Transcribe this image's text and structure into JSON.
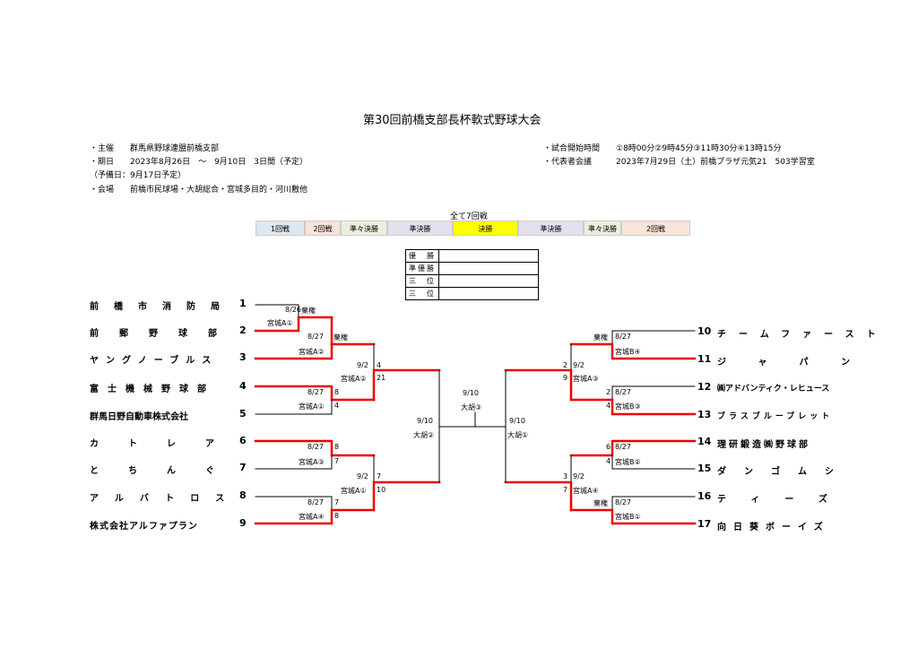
{
  "title": "第30回前橋支部長杯軟式野球大会",
  "info_left": [
    "・主催　　群馬県野球連盟前橋支部",
    "・期日　　2023年8月26日　～　9月10日　3日間（予定）",
    "（予備日：9月17日予定）",
    "・会場　　前橋市民球場・大胡総合・宮城多目的・河川敷他"
  ],
  "info_right": [
    "・試合開始時間　　①8時00分②9時45分③11時30分④13時15分",
    "・代表者会議　　　2023年7月29日（土）前橋プラザ元気21　503学習室"
  ],
  "total_rounds": "全て7回戦",
  "rounds": [
    {
      "label": "1回戦",
      "color": "#dde8f0"
    },
    {
      "label": "2回戦",
      "color": "#f8e4d8"
    },
    {
      "label": "準々決勝",
      "color": "#eaf0dc"
    },
    {
      "label": "準決勝",
      "color": "#e4e0ee"
    },
    {
      "label": "決勝",
      "color": "#ffff00"
    },
    {
      "label": "準決勝",
      "color": "#e4e0ee"
    },
    {
      "label": "準々決勝",
      "color": "#eaf0dc"
    },
    {
      "label": "2回戦",
      "color": "#f8e4d8"
    }
  ],
  "results_table": [
    "優　勝",
    "準優勝",
    "三　位",
    "三　位"
  ],
  "left_teams": [
    {
      "name": "前橋市消防局",
      "num": "1"
    },
    {
      "name": "前郵野球部",
      "num": "2"
    },
    {
      "name": "ヤングノーブルス",
      "num": "3"
    },
    {
      "name": "富士機械野球部",
      "num": "4"
    },
    {
      "name": "群馬日野自動車株式会社",
      "num": "5"
    },
    {
      "name": "カトレア",
      "num": "6"
    },
    {
      "name": "とちんぐ",
      "num": "7"
    },
    {
      "name": "アルバトロス",
      "num": "8"
    },
    {
      "name": "株式会社アルファプラン",
      "num": "9"
    }
  ],
  "right_teams": [
    {
      "num": "10",
      "name": "チームファースト"
    },
    {
      "num": "11",
      "name": "ジャパン"
    },
    {
      "num": "12",
      "name": "㈱アドバンティク・レヒュース"
    },
    {
      "num": "13",
      "name": "ブラスブルーブレット"
    },
    {
      "num": "14",
      "name": "理研鍛造㈱野球部"
    },
    {
      "num": "15",
      "name": "ダンゴムシ"
    },
    {
      "num": "16",
      "name": "ティーズ"
    },
    {
      "num": "17",
      "name": "向日葵ボーイズ"
    }
  ],
  "bracket_text": {
    "r1_date": "8/26",
    "r1_venue": "宮城A①",
    "r1_score": "棄権",
    "l2a_date": "8/27",
    "l2a_venue": "宮城A②",
    "l2a_score": "棄権",
    "l2b_date": "8/27",
    "l2b_venue": "宮城A①",
    "l2b_s1": "8",
    "l2b_s2": "4",
    "l2c_date": "8/27",
    "l2c_venue": "宮城A③",
    "l2c_s1": "8",
    "l2c_s2": "7",
    "l2d_date": "8/27",
    "l2d_venue": "宮城A④",
    "l2d_s1": "7",
    "l2d_s2": "8",
    "lqa_date": "9/2",
    "lqa_venue": "宮城A②",
    "lqa_s1": "4",
    "lqa_s2": "21",
    "lqb_date": "9/2",
    "lqb_venue": "宮城A①",
    "lqb_s1": "7",
    "lqb_s2": "10",
    "lsf_date": "9/10",
    "lsf_venue": "大胡②",
    "f_date": "9/10",
    "f_venue": "大胡③",
    "rsf_date": "9/10",
    "rsf_venue": "大胡①",
    "r2a_date": "8/27",
    "r2a_venue": "宮城B④",
    "r2a_score": "棄権",
    "r2b_date": "8/27",
    "r2b_venue": "宮城B③",
    "r2b_s1": "2",
    "r2b_s2": "4",
    "r2c_date": "8/27",
    "r2c_venue": "宮城B②",
    "r2c_s1": "6",
    "r2c_s2": "4",
    "r2d_date": "8/27",
    "r2d_venue": "宮城B①",
    "r2d_score": "棄権",
    "rqa_date": "9/2",
    "rqa_venue": "宮城A③",
    "rqa_s1": "2",
    "rqa_s2": "9",
    "rqb_date": "9/2",
    "rqb_venue": "宮城A④",
    "rqb_s1": "3",
    "rqb_s2": "7"
  }
}
